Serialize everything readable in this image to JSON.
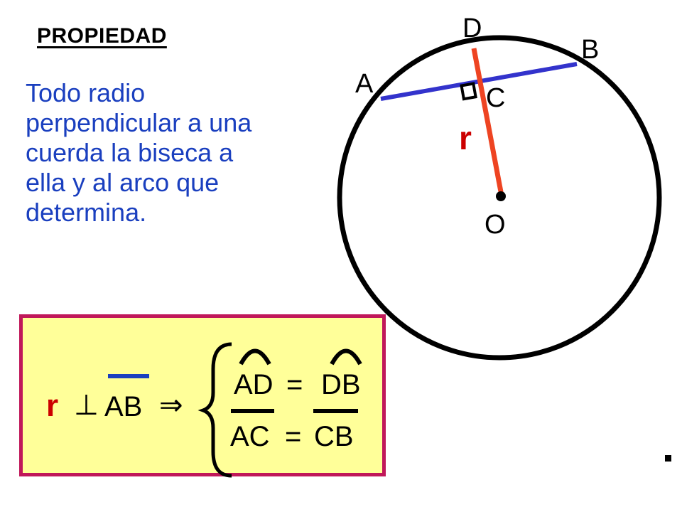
{
  "heading": "PROPIEDAD",
  "statement_lines": [
    "Todo radio",
    "perpendicular a una",
    "cuerda la biseca a",
    "ella y al arco que",
    "determina."
  ],
  "diagram": {
    "labels": {
      "D": "D",
      "B": "B",
      "A": "A",
      "C": "C",
      "r": "r",
      "O": "O"
    },
    "colors": {
      "circle": "#000000",
      "chord": "#3333cc",
      "radius": "#ee4422",
      "radius_label": "#cc0000",
      "text": "#1a3fbf",
      "box_fill": "#ffff99",
      "box_border": "#c0185a"
    }
  },
  "formula": {
    "r": "r",
    "perp": "⊥",
    "chord": "AB",
    "implies": "⇒",
    "line1_left": "AD",
    "line1_eq": "=",
    "line1_right": "DB",
    "line2_left": "AC",
    "line2_eq": "=",
    "line2_right": "CB"
  }
}
